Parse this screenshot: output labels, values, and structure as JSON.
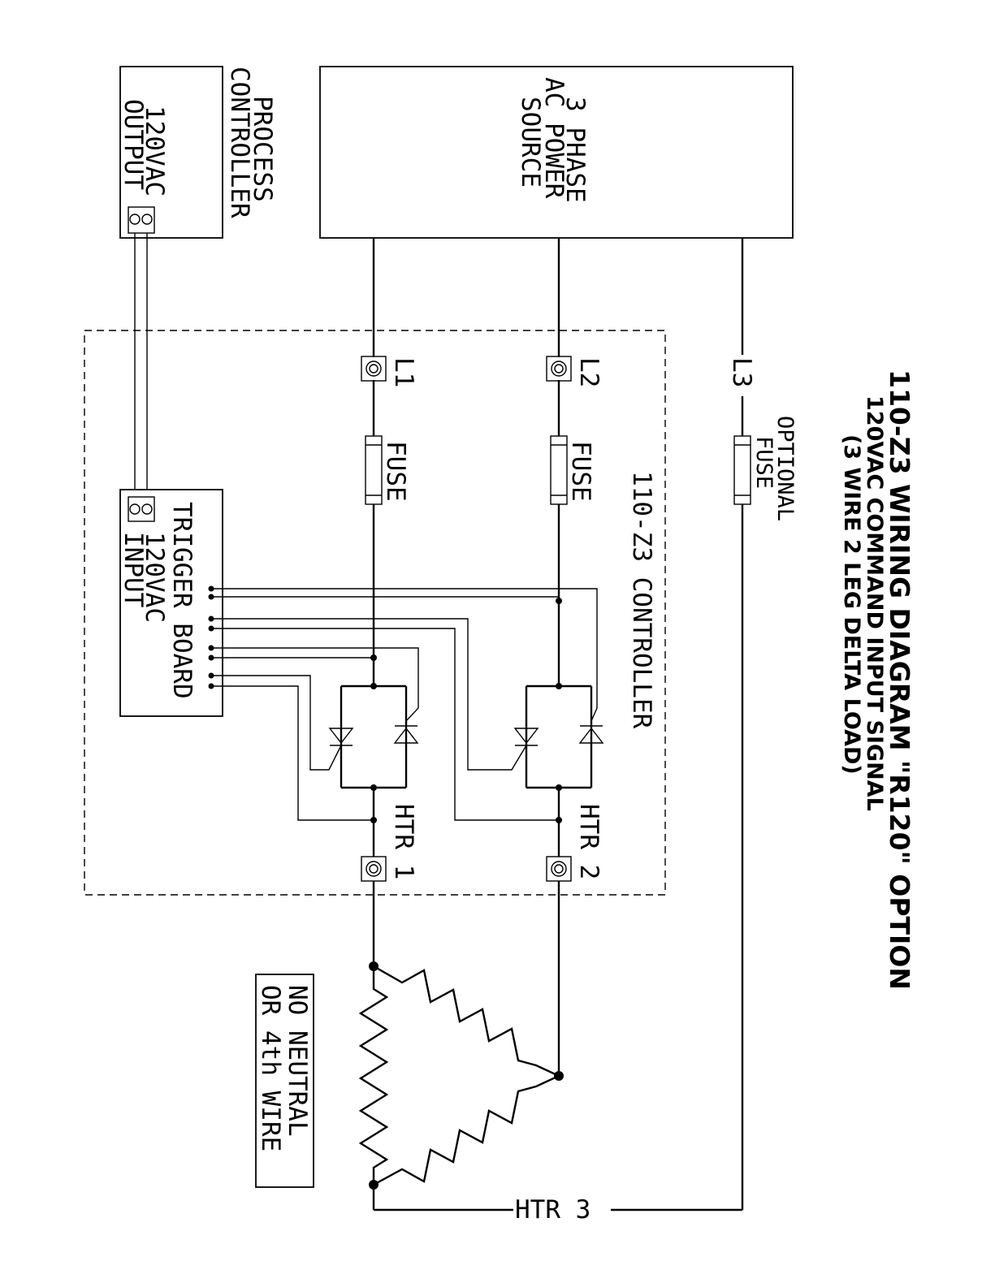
{
  "title": {
    "line1": "110-Z3 WIRING DIAGRAM \"R120\" OPTION",
    "line2": "120VAC COMMAND INPUT SIGNAL",
    "line3": "(3 WIRE 2 LEG DELTA LOAD)"
  },
  "power_source": {
    "line1": "3 PHASE",
    "line2": "AC POWER",
    "line3": "SOURCE"
  },
  "process_controller": {
    "line1": "PROCESS",
    "line2": "CONTROLLER",
    "out1": "120VAC",
    "out2": "OUTPUT"
  },
  "controller": {
    "label": "110-Z3 CONTROLLER"
  },
  "terminals": {
    "l1": "L1",
    "l2": "L2",
    "l3": "L3",
    "htr1": "HTR 1",
    "htr2": "HTR 2",
    "htr3": "HTR 3"
  },
  "fuses": {
    "fuse1": "FUSE",
    "fuse2": "FUSE",
    "optional1": "OPTIONAL",
    "optional2": "FUSE"
  },
  "trigger_board": {
    "line1": "TRIGGER BOARD",
    "line2": "120VAC",
    "line3": "INPUT"
  },
  "note": {
    "line1": "NO NEUTRAL",
    "line2": "OR 4th WIRE"
  },
  "colors": {
    "ink": "#000000",
    "paper": "#ffffff"
  }
}
